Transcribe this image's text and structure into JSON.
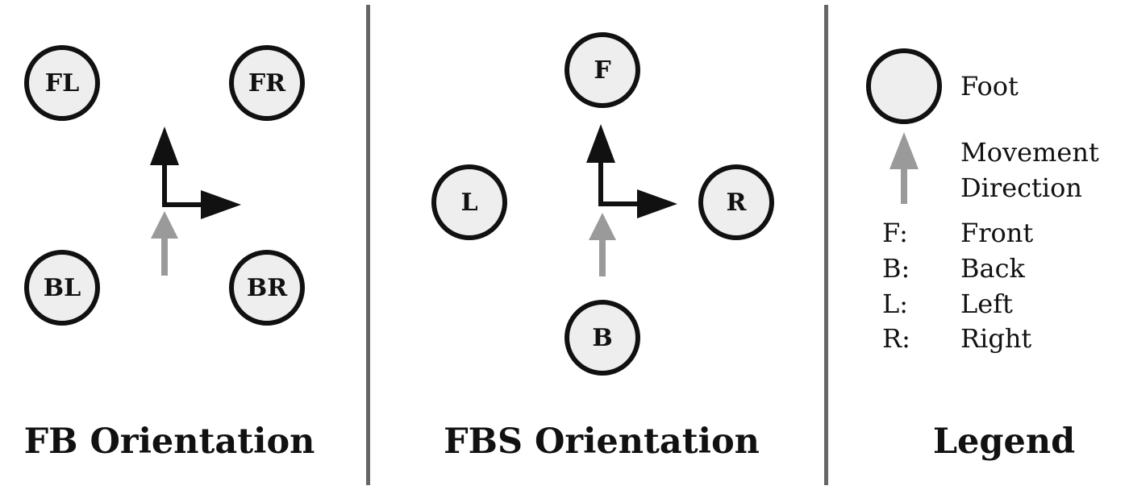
{
  "fb_panel": {
    "title": "FB Orientation",
    "feet": {
      "front_left": "FL",
      "front_right": "FR",
      "back_left": "BL",
      "back_right": "BR"
    }
  },
  "fbs_panel": {
    "title": "FBS Orientation",
    "feet": {
      "front": "F",
      "left": "L",
      "right": "R",
      "back": "B"
    }
  },
  "legend": {
    "title": "Legend",
    "foot_label": "Foot",
    "movement_label_line1": "Movement",
    "movement_label_line2": "Direction",
    "abbreviations": [
      {
        "key": "F:",
        "value": "Front"
      },
      {
        "key": "B:",
        "value": "Back"
      },
      {
        "key": "L:",
        "value": "Left"
      },
      {
        "key": "R:",
        "value": "Right"
      }
    ]
  },
  "colors": {
    "foot_fill": "#eeeeee",
    "foot_stroke": "#111111",
    "axis_arrow": "#111111",
    "movement_arrow": "#9a9a9a",
    "divider": "#666666"
  },
  "icons": {
    "axis": "black-axis-arrows-icon",
    "movement": "gray-up-arrow-icon"
  }
}
